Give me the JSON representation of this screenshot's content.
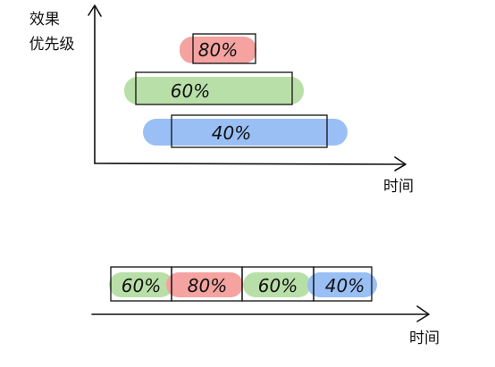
{
  "colors": {
    "red": "#f4a3a1",
    "green": "#b9dfa8",
    "blue": "#99bff5",
    "ink": "#111111"
  },
  "top": {
    "y_axis_label_line1": "效果",
    "y_axis_label_line2": "优先级",
    "x_axis_label": "时间",
    "bars": [
      {
        "label": "80%",
        "color": "red"
      },
      {
        "label": "60%",
        "color": "green"
      },
      {
        "label": "40%",
        "color": "blue"
      }
    ]
  },
  "bottom": {
    "x_axis_label": "时间",
    "segments": [
      {
        "label": "60%",
        "color": "green"
      },
      {
        "label": "80%",
        "color": "red"
      },
      {
        "label": "60%",
        "color": "green"
      },
      {
        "label": "40%",
        "color": "blue"
      }
    ]
  }
}
